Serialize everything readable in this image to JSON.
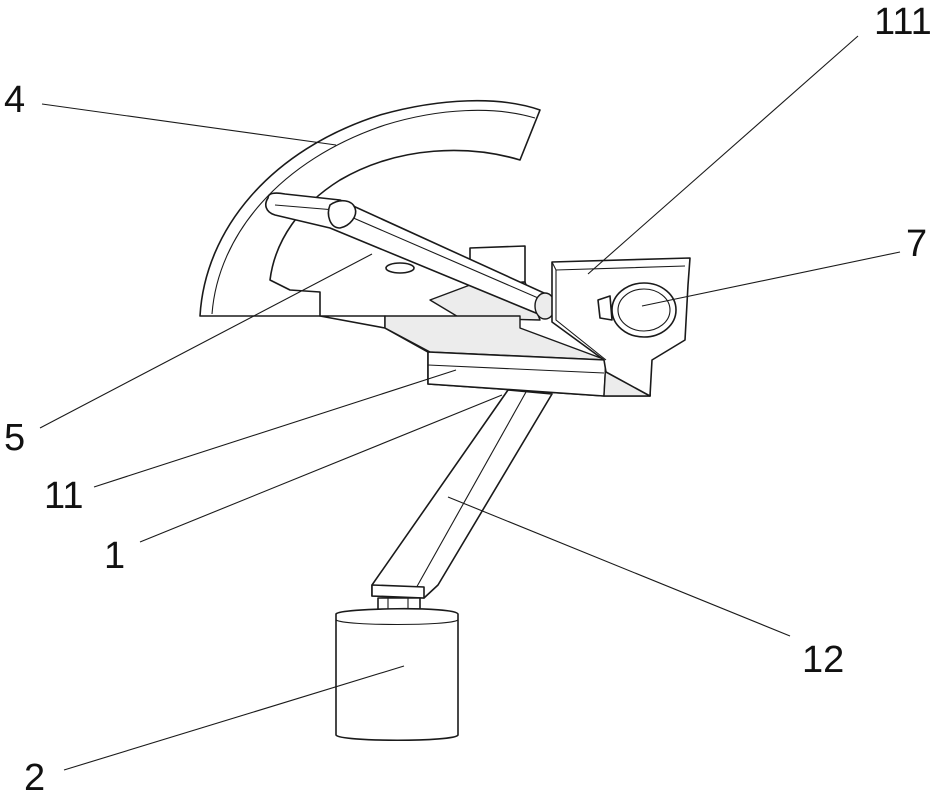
{
  "labels": {
    "l4": "4",
    "l111": "111",
    "l7": "7",
    "l5": "5",
    "l11": "11",
    "l1": "1",
    "l12": "12",
    "l2": "2"
  }
}
